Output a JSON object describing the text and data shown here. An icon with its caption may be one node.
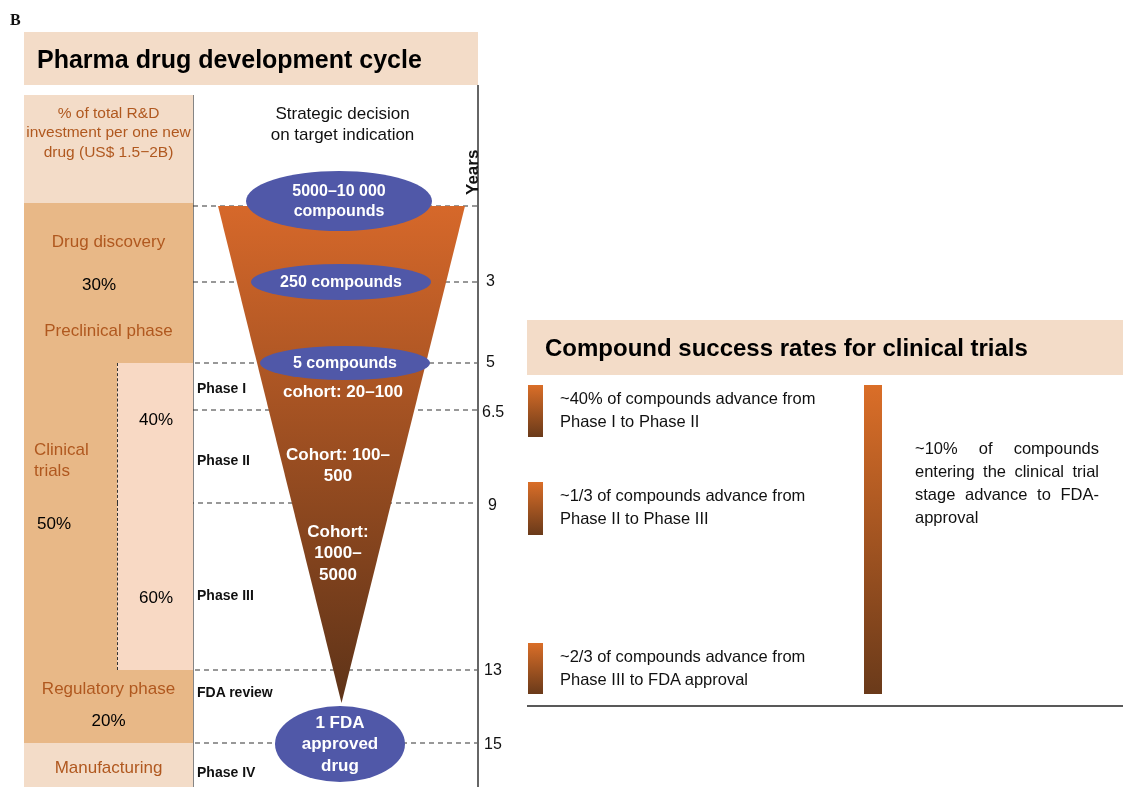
{
  "diagram": {
    "title": "Pharma drug development cycle",
    "nodes": [
      {
        "text": [
          "% of total R&D investment per one new drug (US$ 1.5−2B)"
        ]
      },
      {
        "text": [
          "Drug discovery",
          "30%",
          "Preclinical phase"
        ]
      },
      {
        "text": [
          "Clinical trials",
          "50%"
        ]
      },
      {
        "text": [
          "40%"
        ],
        "in": 2
      },
      {
        "text": [
          "60%"
        ],
        "in": 2
      },
      {
        "text": [
          "Regulatory phase",
          "20%"
        ]
      },
      {
        "text": [
          "Manufacturing"
        ]
      },
      {
        "text": [
          "cohort: 20–100",
          "Cohort: 100–500",
          "Cohort: 1000– 5000"
        ]
      },
      {
        "text": [
          "5000–10 000 compounds"
        ]
      },
      {
        "text": [
          "250 compounds"
        ],
        "in": 7
      },
      {
        "text": [
          "5 compounds"
        ],
        "in": 7
      },
      {
        "text": [
          "1 FDA approved drug"
        ]
      },
      {
        "text": [
          "Compound success rates for clinical trials"
        ]
      },
      {
        "text": [],
        "shape": "bar",
        "beside": [
          "~40% of compounds advance from Phase I to Phase II"
        ]
      },
      {
        "text": [],
        "shape": "bar",
        "beside": [
          "~1/3 of compounds advance from Phase II to Phase III"
        ]
      },
      {
        "text": [],
        "shape": "bar",
        "beside": [
          "~2/3 of compounds advance from Phase III to FDA approval"
        ]
      },
      {
        "text": [],
        "shape": "bar",
        "beside": [
          "~10% of compounds entering the clinical trial stage advance to FDA-approval"
        ]
      }
    ],
    "labels": [
      "B",
      "Strategic decision on target indication",
      "Years",
      "3",
      "5",
      "6.5",
      "9",
      "13",
      "15",
      "Phase I",
      "Phase II",
      "Phase III",
      "FDA review",
      "Phase IV"
    ]
  }
}
